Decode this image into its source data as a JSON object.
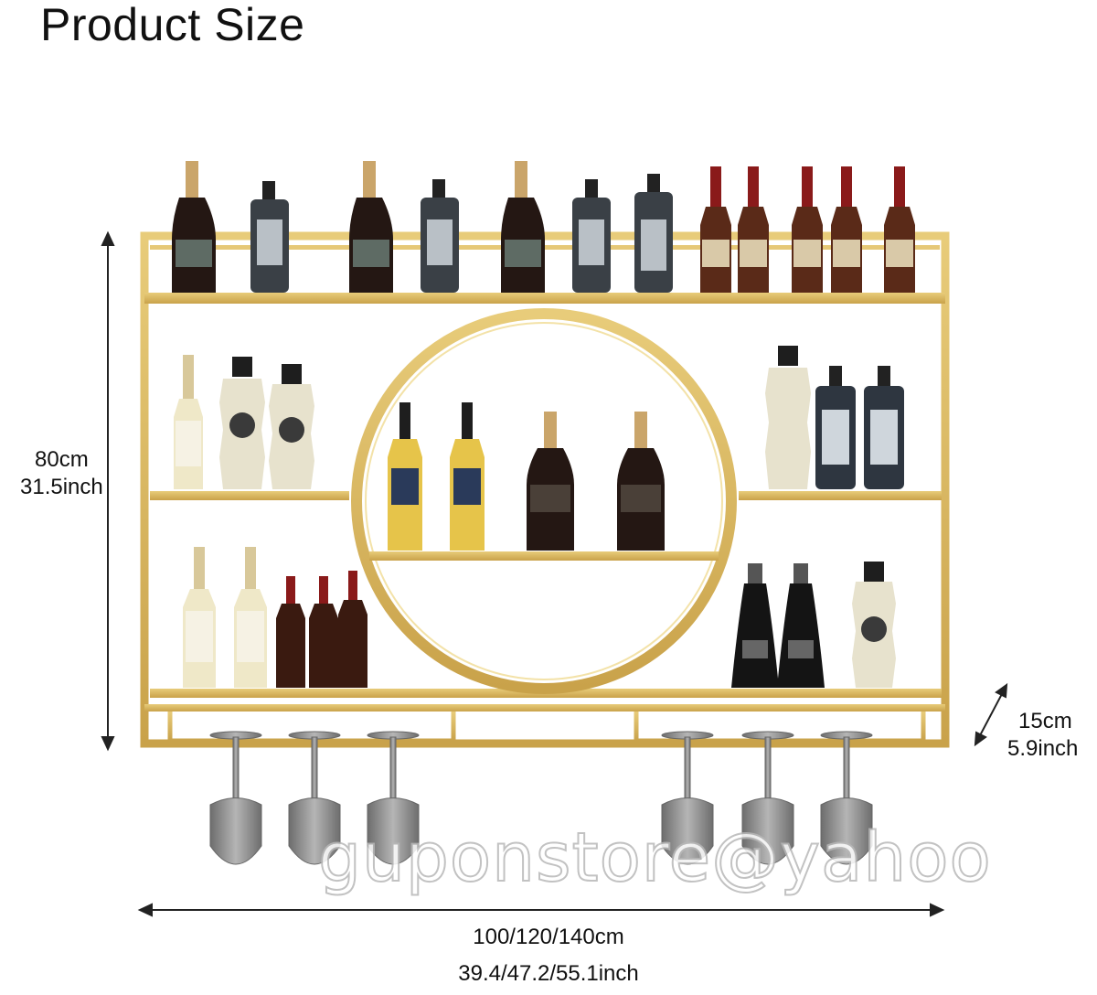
{
  "title": "Product Size",
  "dimensions": {
    "height_cm": "80cm",
    "height_in": "31.5inch",
    "depth_cm": "15cm",
    "depth_in": "5.9inch",
    "width_cm": "100/120/140cm",
    "width_in": "39.4/47.2/55.1inch"
  },
  "watermark": "guponstore@yahoo",
  "colors": {
    "frame_gold": "#d9b65a",
    "frame_gold_dark": "#b8923a",
    "glass": "#8a8a8a",
    "bottle_dark": "#2a1c16"
  },
  "illustration": "wall-mounted-wine-rack-with-glass-holder"
}
